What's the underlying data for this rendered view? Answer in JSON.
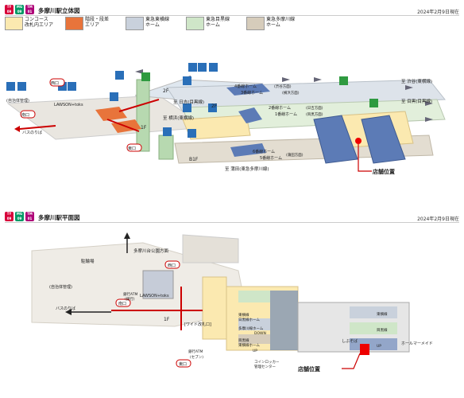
{
  "line_badges": [
    {
      "letters": "TY",
      "num": "09",
      "color": "#d7003a"
    },
    {
      "letters": "MG",
      "num": "09",
      "color": "#019a66"
    },
    {
      "letters": "TM",
      "num": "01",
      "color": "#ae0378"
    }
  ],
  "section1": {
    "title": "多摩川駅立体図",
    "date": "2024年2月9日現在"
  },
  "section2": {
    "title": "多摩川駅平面図",
    "date": "2024年2月9日現在"
  },
  "legend": [
    {
      "line1": "コンコース",
      "line2": "改札内エリア",
      "color": "#fbe9b0"
    },
    {
      "line1": "階段・段差",
      "line2": "エリア",
      "color": "#e8743b"
    },
    {
      "line1": "東急東横線",
      "line2": "ホーム",
      "color": "#c9d1dc"
    },
    {
      "line1": "東急目黒線",
      "line2": "ホーム",
      "color": "#cfe6c8"
    },
    {
      "line1": "東急多摩川線",
      "line2": "ホーム",
      "color": "#d6ccbb"
    }
  ],
  "map3d": {
    "exit_west": "西口",
    "exit_south": "南口",
    "exit_east": "東口",
    "lawson": "LAWSON+toks",
    "jichi": "(自治体管理)",
    "bus": "バスのりば",
    "floor_2f_left": "2F",
    "floor_2f_right": "2F",
    "floor_1f": "1F",
    "floor_b1f": "B1F",
    "for_hiyoshi": "至 日吉(目黒線)",
    "for_yokohama": "至 横浜(東横線)",
    "for_shibuya": "至 渋谷(東横線)",
    "for_meguro": "至 目黒(目黒線)",
    "for_kamata": "至 蒲田(東急多摩川線)",
    "home4": "4番線ホーム",
    "home3": "3番線ホーム",
    "shibuya_dir": "(渋谷方面)",
    "yokohama_dir1": "(横浜方面)",
    "home2": "2番線ホーム",
    "home1": "1番線ホーム",
    "hiyoshi_dir": "(日吉方面)",
    "meguro_dir": "(目黒方面)",
    "home6": "6番線ホーム",
    "home5": "5番線ホーム",
    "kamata_dir": "(蒲田方面)",
    "store": "店舗位置"
  },
  "map2d": {
    "park": "多摩川台公園方面",
    "parking": "駐輪場",
    "jichi": "(自治体管理)",
    "lawson": "LAWSON+toks",
    "bus": "バスのりば",
    "exit_west": "西口",
    "exit_south": "南口",
    "exit_east": "東口",
    "floor_1f": "1F",
    "atm1": "銀行ATM",
    "atm1b": "(銀行)",
    "atm2": "銀行ATM",
    "atm2b": "(セブン)",
    "wide_gate": "[ワイド改札口]",
    "tokyu_home": "東横線",
    "tokyu_home2": "日黒線ホーム",
    "up": "UP",
    "tamagawa": "多摩川線ホーム",
    "down": "DOWN",
    "meguro_home": "目黒線",
    "meguro_home2": "東横線ホーム",
    "coin": "コインロッカー",
    "coin2": "管理センター",
    "right_toyoko": "東横線",
    "right_meguro": "目黒線",
    "right_ups": "UP",
    "shiposo": "しぶそば",
    "hallmark": "ホールマーメイド",
    "store": "店舗位置"
  }
}
